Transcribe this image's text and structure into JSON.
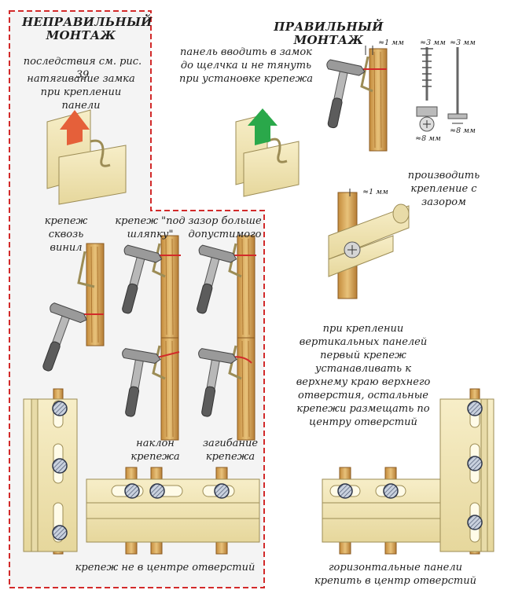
{
  "wrong": {
    "title": "НЕПРАВИЛЬНЫЙ МОНТАЖ",
    "see_ref": "последствия см. рис. 39",
    "lock_pull": "натягивание замка при креплении панели",
    "through_vinyl": "крепеж сквозь винил",
    "under_head": "крепеж \"под шляпку\"",
    "gap_too_big": "зазор больше допустимого",
    "tilt": "наклон крепежа",
    "bend": "загибание крепежа",
    "off_center": "крепеж не в центре отверстий"
  },
  "right": {
    "title": "ПРАВИЛЬНЫЙ МОНТАЖ",
    "insert_panel": "панель вводить в замок до щелчка и не тянуть при установке крепежа",
    "with_gap": "производить крепление с зазором",
    "vertical_note": "при креплении вертикальных панелей первый крепеж устанавливать к верхнему краю верхнего отверстия, остальные крепежи размещать по центру отверстий",
    "horizontal_note": "горизонтальные панели крепить в центр отверстий"
  },
  "dims": {
    "gap_1mm": "≈1 мм",
    "head_3mm": "≈3 мм",
    "head_8mm": "≈8 мм"
  },
  "colors": {
    "border_dash": "#d22a2a",
    "panel": "#f1e6b5",
    "panel_edge": "#9c8c55",
    "wood": "#d9aa55",
    "arrow_wrong": "#e5603a",
    "arrow_right": "#2aa84a"
  }
}
